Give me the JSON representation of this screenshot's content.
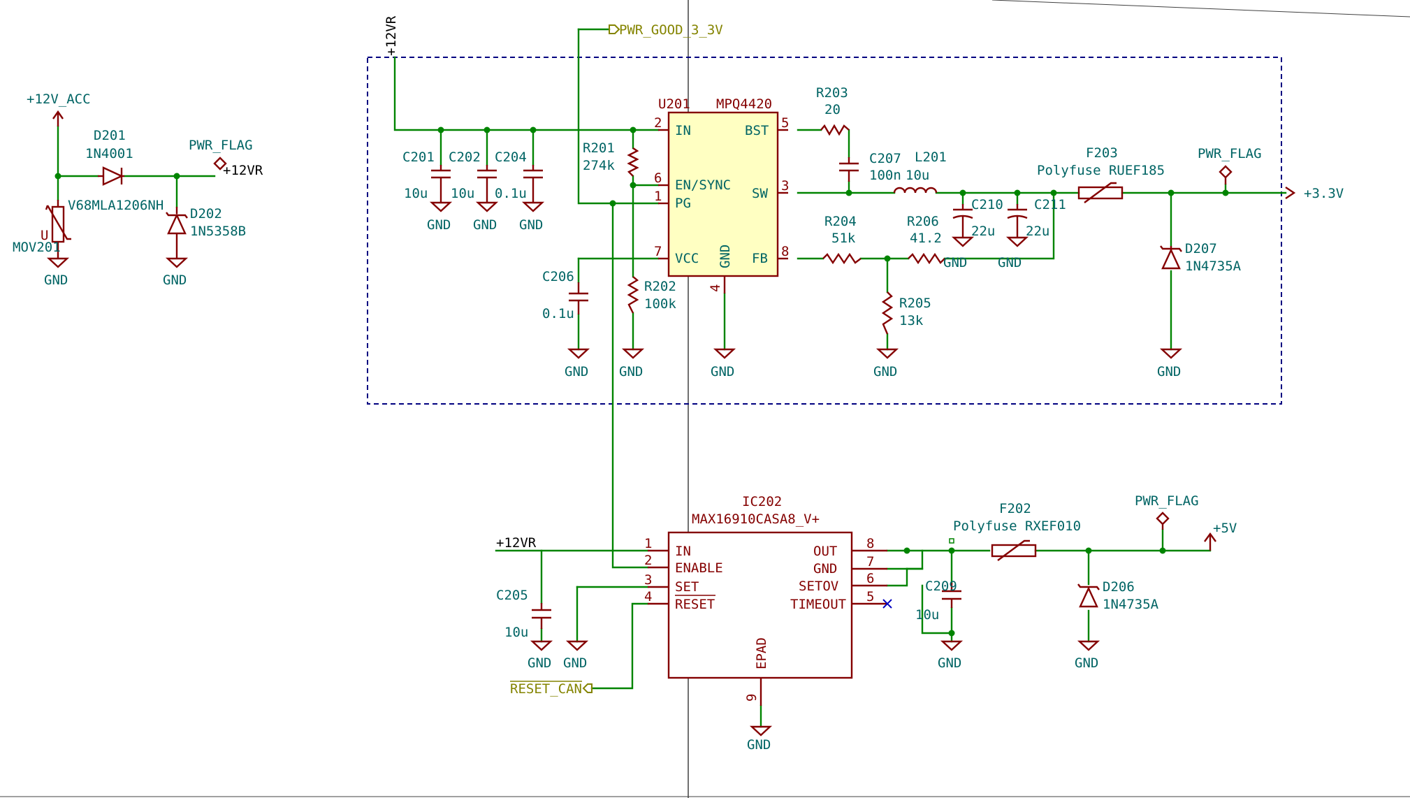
{
  "net_labels": {
    "v12r_top": "+12VR",
    "pwr_good": "PWR_GOOD_3_3V",
    "v12_acc": "+12V_ACC",
    "v12r_left": "+12VR",
    "v12r_bottom": "+12VR",
    "v33": "+3.3V",
    "v5": "+5V",
    "reset_can": "RESET_CAN"
  },
  "pwr_flag": "PWR_FLAG",
  "gnd": "GND",
  "u201": {
    "ref": "U201",
    "value": "MPQ4420",
    "pins": {
      "in": "IN",
      "en": "EN/SYNC",
      "pg": "PG",
      "vcc": "VCC",
      "bst": "BST",
      "sw": "SW",
      "fb": "FB",
      "gnd": "GND"
    },
    "pin_numbers": {
      "in": "2",
      "en": "6",
      "pg": "1",
      "vcc": "7",
      "bst": "5",
      "sw": "3",
      "fb": "8",
      "gnd": "4"
    }
  },
  "ic202": {
    "ref": "IC202",
    "value": "MAX16910CASA8_V+",
    "pins": {
      "in": "IN",
      "enable": "ENABLE",
      "set": "SET",
      "reset": "RESET",
      "out": "OUT",
      "gnd": "GND",
      "setov": "SETOV",
      "timeout": "TIMEOUT",
      "epad": "EPAD"
    },
    "pin_numbers": {
      "in": "1",
      "enable": "2",
      "set": "3",
      "reset": "4",
      "out": "8",
      "gnd": "7",
      "setov": "6",
      "timeout": "5",
      "epad": "9"
    }
  },
  "components": {
    "d201": {
      "ref": "D201",
      "value": "1N4001"
    },
    "d202": {
      "ref": "D202",
      "value": "1N5358B"
    },
    "mov201": {
      "ref": "MOV201",
      "value": "V68MLA1206NH",
      "mark": "U"
    },
    "c201": {
      "ref": "C201",
      "value": "10u"
    },
    "c202": {
      "ref": "C202",
      "value": "10u"
    },
    "c204": {
      "ref": "C204",
      "value": "0.1u"
    },
    "r201": {
      "ref": "R201",
      "value": "274k"
    },
    "r202": {
      "ref": "R202",
      "value": "100k"
    },
    "c206": {
      "ref": "C206",
      "value": "0.1u"
    },
    "r203": {
      "ref": "R203",
      "value": "20"
    },
    "c207": {
      "ref": "C207",
      "value": "100n"
    },
    "l201": {
      "ref": "L201",
      "value": "10u"
    },
    "r204": {
      "ref": "R204",
      "value": "51k"
    },
    "r205": {
      "ref": "R205",
      "value": "13k"
    },
    "r206": {
      "ref": "R206",
      "value": "41.2"
    },
    "c210": {
      "ref": "C210",
      "value": "22u"
    },
    "c211": {
      "ref": "C211",
      "value": "22u"
    },
    "f203": {
      "ref": "F203",
      "value": "Polyfuse RUEF185"
    },
    "d207": {
      "ref": "D207",
      "value": "1N4735A"
    },
    "c205": {
      "ref": "C205",
      "value": "10u"
    },
    "c209": {
      "ref": "C209",
      "value": "10u"
    },
    "f202": {
      "ref": "F202",
      "value": "Polyfuse RXEF010"
    },
    "d206": {
      "ref": "D206",
      "value": "1N4735A"
    }
  },
  "colors": {
    "wire": "#008400",
    "symbol": "#840000",
    "ic_fill": "#ffffc2",
    "text": "#006464",
    "global_label": "#848400",
    "frame": "#000080"
  }
}
